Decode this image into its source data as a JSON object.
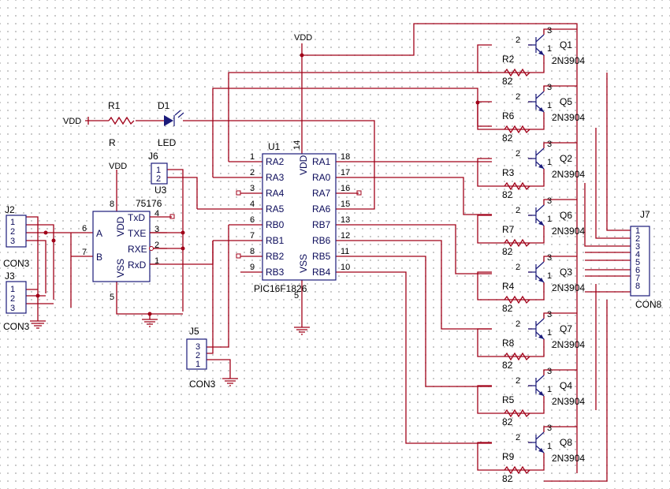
{
  "power": {
    "vdd": "VDD"
  },
  "components": {
    "r1": {
      "ref": "R1",
      "value": "R"
    },
    "d1": {
      "ref": "D1",
      "value": "LED"
    },
    "j6": {
      "ref": "J6",
      "pins": [
        "1",
        "2"
      ]
    },
    "u3": {
      "ref": "U3",
      "part": "75176",
      "pins_left": [
        {
          "name": "A",
          "num": "6"
        },
        {
          "name": "B",
          "num": "7"
        }
      ],
      "pins_right": [
        {
          "name": "TxD",
          "num": "4"
        },
        {
          "name": "TXE",
          "num": "3"
        },
        {
          "name": "RXE",
          "num": "2"
        },
        {
          "name": "RxD",
          "num": "1"
        }
      ],
      "vdd_label": "VDD",
      "vss_label": "VSS",
      "vdd_pin": "8",
      "vss_pin": "5"
    },
    "j2": {
      "ref": "J2",
      "value": "CON3",
      "pins": [
        "1",
        "2",
        "3"
      ]
    },
    "j3": {
      "ref": "J3",
      "value": "CON3",
      "pins": [
        "1",
        "2",
        "3"
      ]
    },
    "j5": {
      "ref": "J5",
      "value": "CON3",
      "pins": [
        "3",
        "2",
        "1"
      ]
    },
    "u1": {
      "ref": "U1",
      "part": "PIC16F1826",
      "left_pins": [
        {
          "name": "RA2",
          "num": "1"
        },
        {
          "name": "RA3",
          "num": "2"
        },
        {
          "name": "RA4",
          "num": "3"
        },
        {
          "name": "RA5",
          "num": "4"
        },
        {
          "name": "RB0",
          "num": "6"
        },
        {
          "name": "RB1",
          "num": "7"
        },
        {
          "name": "RB2",
          "num": "8"
        },
        {
          "name": "RB3",
          "num": "9"
        }
      ],
      "right_pins": [
        {
          "name": "RA1",
          "num": "18"
        },
        {
          "name": "RA0",
          "num": "17"
        },
        {
          "name": "RA7",
          "num": "16"
        },
        {
          "name": "RA6",
          "num": "15"
        },
        {
          "name": "RB7",
          "num": "13"
        },
        {
          "name": "RB6",
          "num": "12"
        },
        {
          "name": "RB5",
          "num": "11"
        },
        {
          "name": "RB4",
          "num": "10"
        }
      ],
      "vdd_label": "VDD",
      "vss_label": "VSS",
      "vdd_pin": "14",
      "vss_pin": "5"
    },
    "j7": {
      "ref": "J7",
      "value": "CON8",
      "pins": [
        "1",
        "2",
        "3",
        "4",
        "5",
        "6",
        "7",
        "8"
      ]
    },
    "transistors": [
      {
        "ref": "Q1",
        "part": "2N3904",
        "base_pin": "2",
        "collector_pin": "3",
        "emitter_pin": "1",
        "res_ref": "R2",
        "res_value": "82"
      },
      {
        "ref": "Q5",
        "part": "2N3904",
        "base_pin": "2",
        "collector_pin": "3",
        "emitter_pin": "1",
        "res_ref": "R6",
        "res_value": "82"
      },
      {
        "ref": "Q2",
        "part": "2N3904",
        "base_pin": "2",
        "collector_pin": "3",
        "emitter_pin": "1",
        "res_ref": "R3",
        "res_value": "82"
      },
      {
        "ref": "Q6",
        "part": "2N3904",
        "base_pin": "2",
        "collector_pin": "3",
        "emitter_pin": "1",
        "res_ref": "R7",
        "res_value": "82"
      },
      {
        "ref": "Q3",
        "part": "2N3904",
        "base_pin": "2",
        "collector_pin": "3",
        "emitter_pin": "1",
        "res_ref": "R4",
        "res_value": "82"
      },
      {
        "ref": "Q7",
        "part": "2N3904",
        "base_pin": "2",
        "collector_pin": "3",
        "emitter_pin": "1",
        "res_ref": "R8",
        "res_value": "82"
      },
      {
        "ref": "Q4",
        "part": "2N3904",
        "base_pin": "2",
        "collector_pin": "3",
        "emitter_pin": "1",
        "res_ref": "R5",
        "res_value": "82"
      },
      {
        "ref": "Q8",
        "part": "2N3904",
        "base_pin": "2",
        "collector_pin": "3",
        "emitter_pin": "1",
        "res_ref": "R9",
        "res_value": "82"
      }
    ]
  }
}
